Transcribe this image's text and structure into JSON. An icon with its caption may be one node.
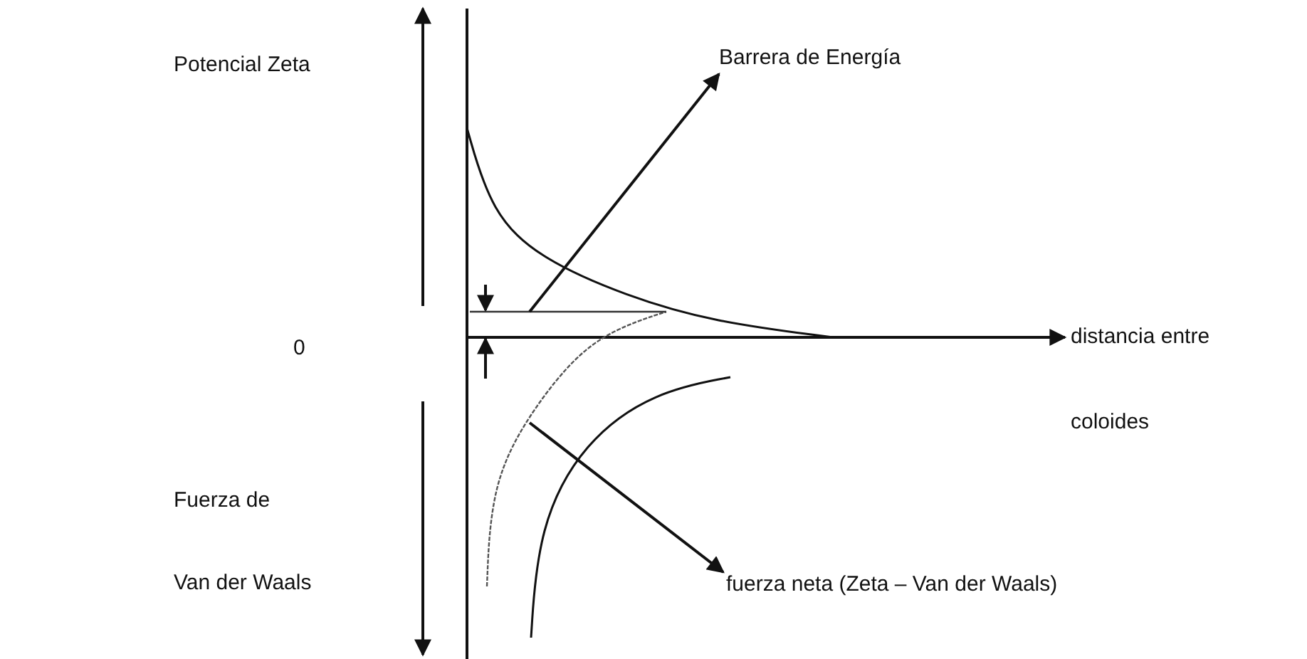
{
  "diagram": {
    "nodes": [
      {
        "text": [
          "Barrera de Energía"
        ]
      },
      {
        "text": [
          "fuerza neta (Zeta – Van der Waals)"
        ]
      },
      {
        "text": [],
        "shape": "line"
      }
    ],
    "edges": [
      {
        "from": 2,
        "to": 0,
        "arrow": "to"
      },
      {
        "from": null,
        "to": 1,
        "arrow": "to"
      }
    ],
    "labels": [
      "Potencial Zeta",
      "0",
      "distancia entre",
      "coloides",
      "Fuerza de",
      "Van der Waals"
    ]
  }
}
